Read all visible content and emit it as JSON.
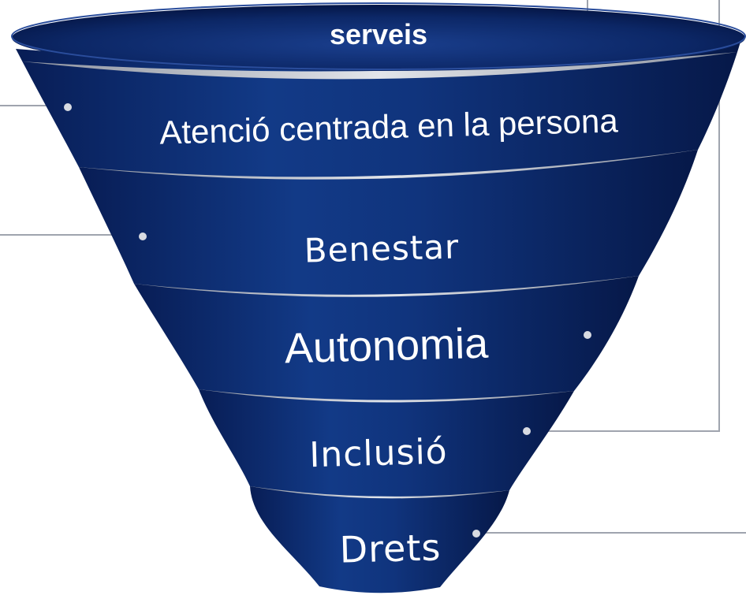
{
  "funnel": {
    "top_label": "serveis",
    "levels": [
      {
        "label": "Atenció centrada en la persona"
      },
      {
        "label": "Benestar"
      },
      {
        "label": "Autonomia"
      },
      {
        "label": "Inclusió"
      },
      {
        "label": "Drets"
      }
    ]
  },
  "colors": {
    "band_fill": "#0d2a6e",
    "band_dark": "#061a4d",
    "rim": "#c9cdd6",
    "connector": "#9fa4ae",
    "text": "#ffffff"
  }
}
